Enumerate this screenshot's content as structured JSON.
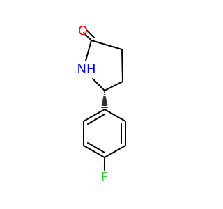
{
  "molecule": {
    "atoms": {
      "oxygen": {
        "label": "O",
        "color": "#ff0000"
      },
      "nitrogen": {
        "label": "NH",
        "color": "#0000ff"
      },
      "fluorine": {
        "label": "F",
        "color": "#33cc33"
      }
    },
    "bond_color": "#000000"
  }
}
